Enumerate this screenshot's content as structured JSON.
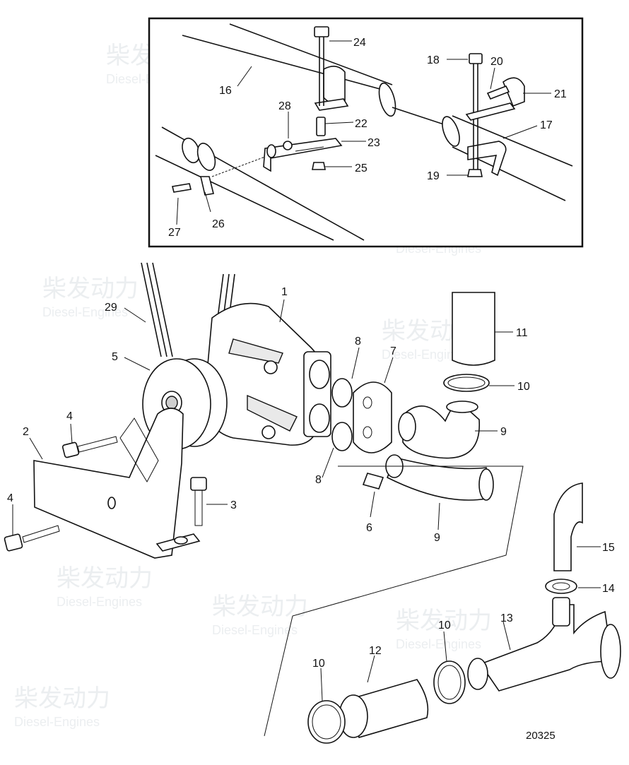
{
  "drawing_number": "20325",
  "watermark": {
    "brand_cn": "柴发动力",
    "brand_en": "Diesel-Engines"
  },
  "callouts": [
    "1",
    "2",
    "3",
    "4",
    "4",
    "5",
    "6",
    "7",
    "8",
    "8",
    "9",
    "9",
    "10",
    "10",
    "10",
    "11",
    "12",
    "13",
    "14",
    "15",
    "16",
    "17",
    "18",
    "19",
    "20",
    "21",
    "22",
    "23",
    "24",
    "25",
    "26",
    "27",
    "28",
    "29"
  ]
}
